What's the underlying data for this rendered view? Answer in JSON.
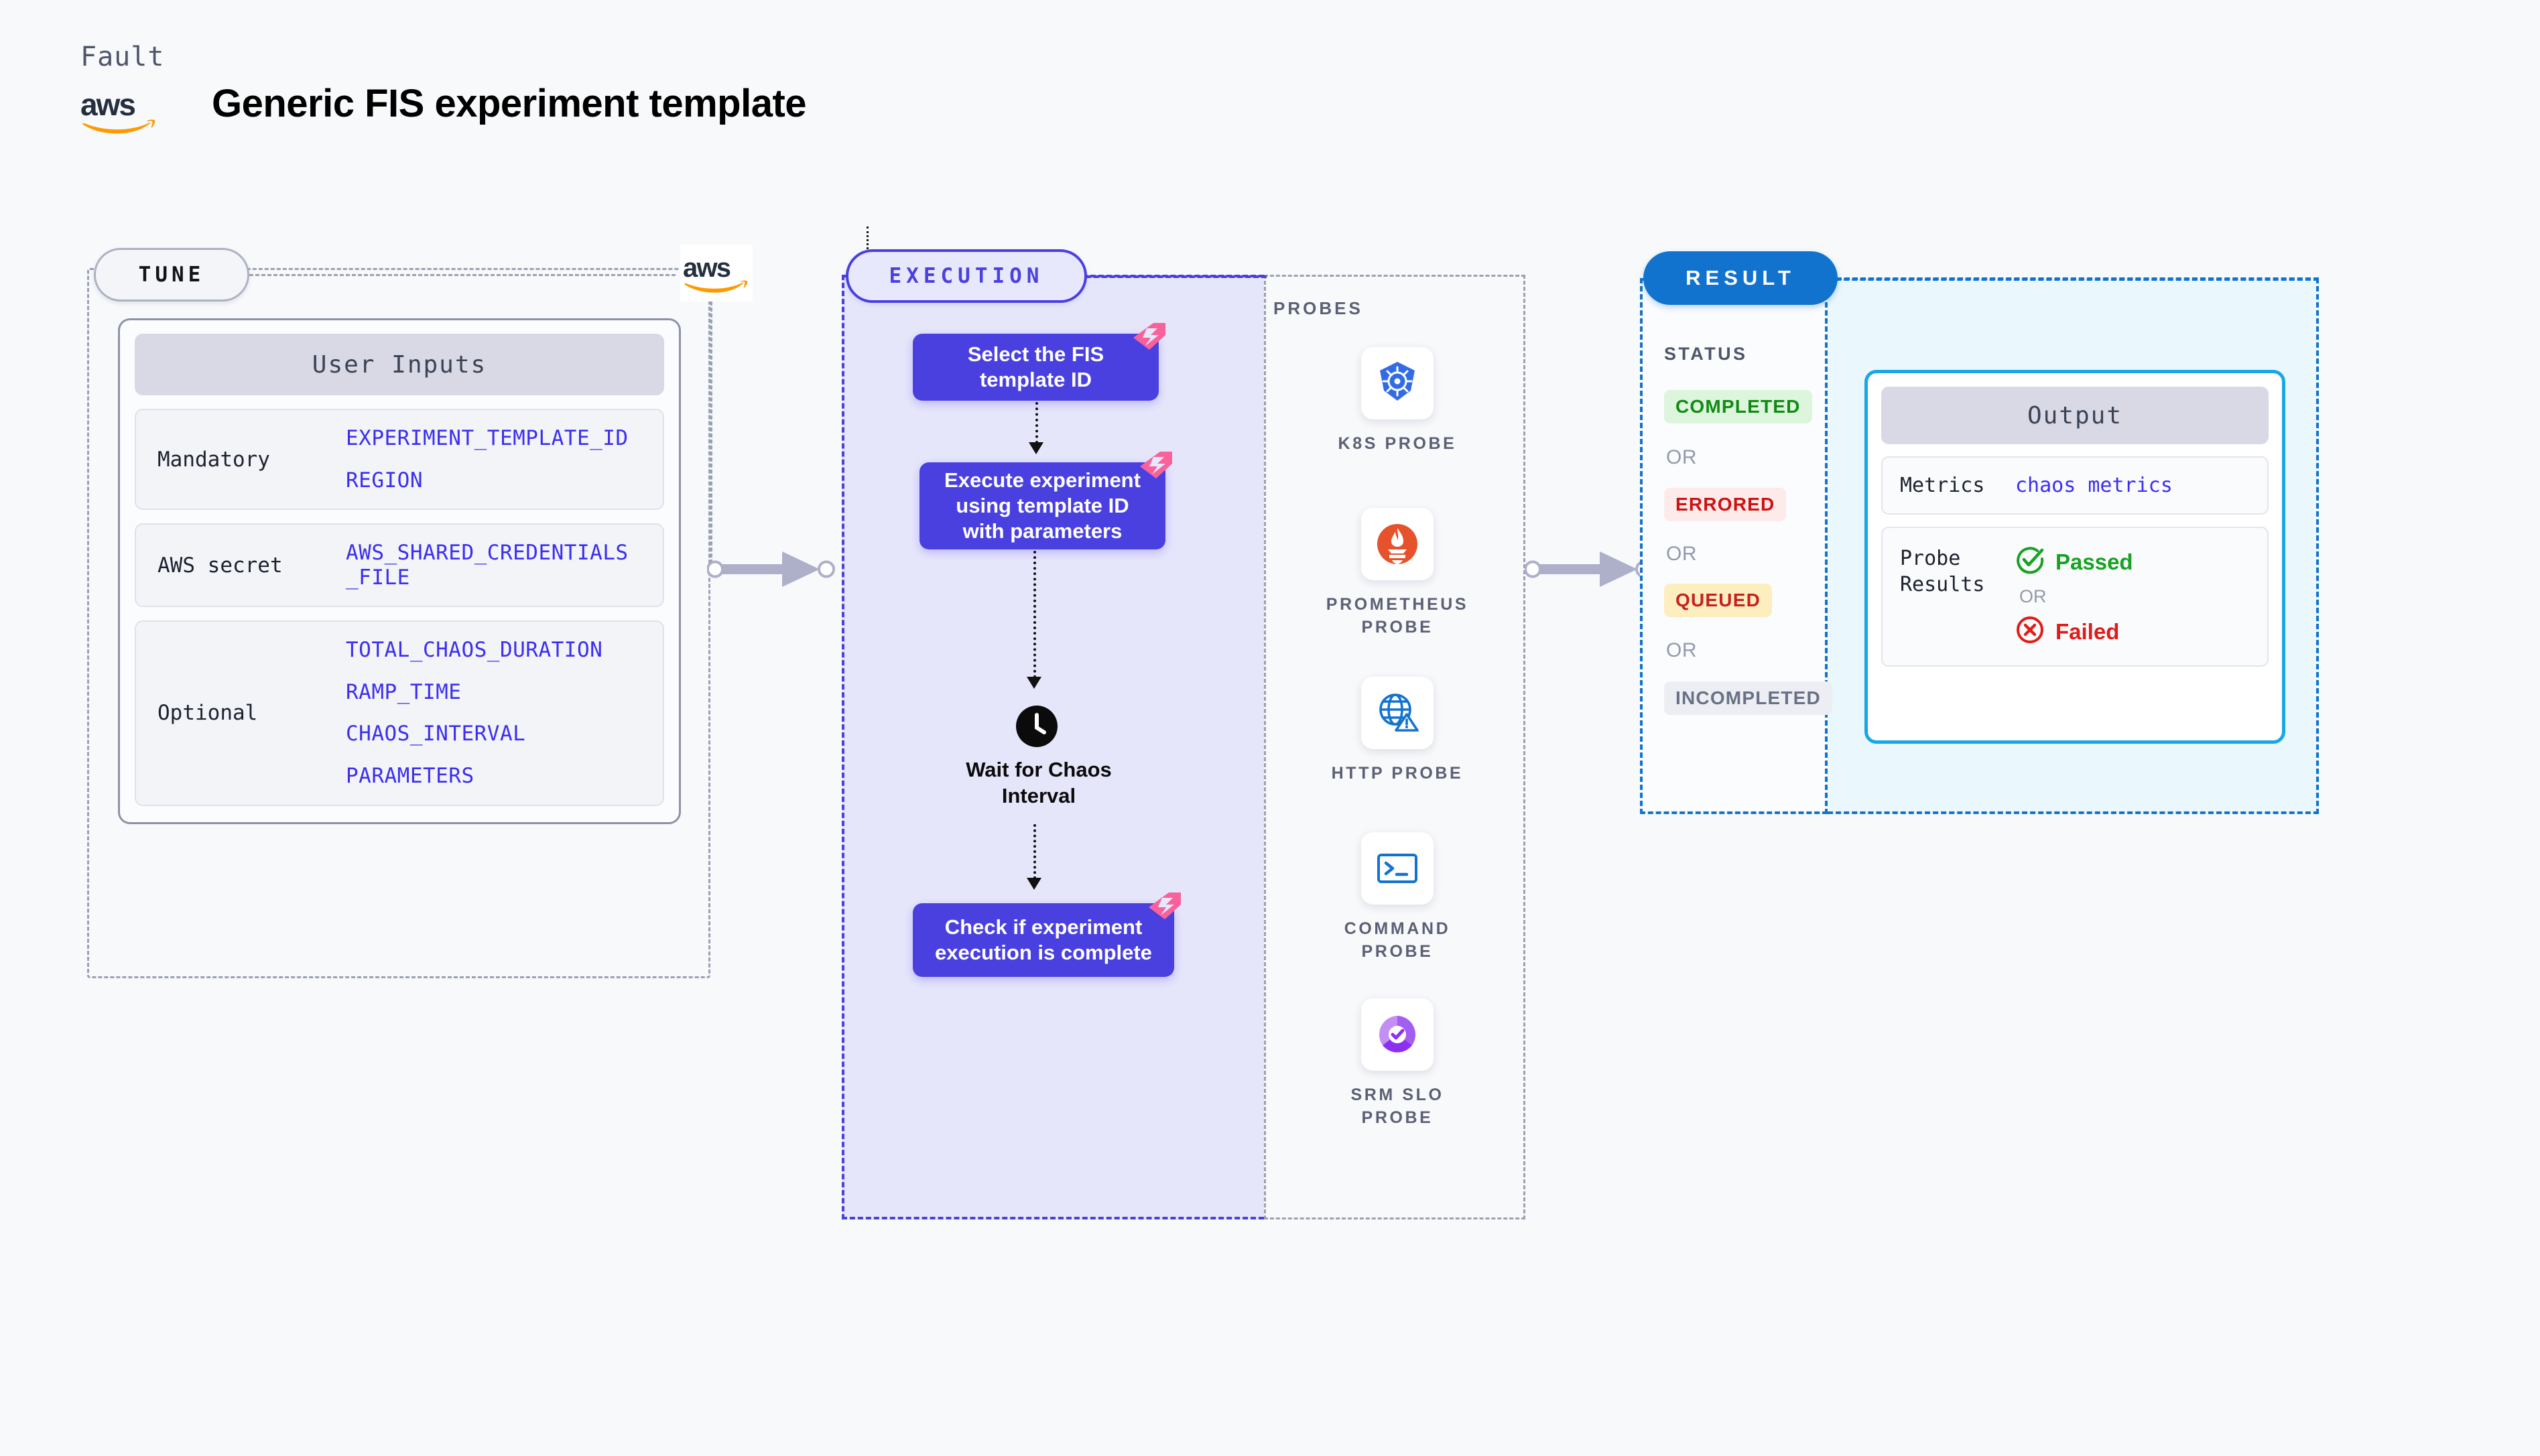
{
  "header": {
    "eyebrow": "Fault",
    "title": "Generic FIS experiment template",
    "logo_icon": "aws-logo"
  },
  "tune": {
    "pill_label": "TUNE",
    "card_title": "User Inputs",
    "rows": [
      {
        "label": "Mandatory",
        "values": [
          "EXPERIMENT_TEMPLATE_ID",
          "REGION"
        ]
      },
      {
        "label": "AWS secret",
        "values": [
          "AWS_SHARED_CREDENTIALS\n_FILE"
        ]
      },
      {
        "label": "Optional",
        "values": [
          "TOTAL_CHAOS_DURATION",
          "RAMP_TIME",
          "CHAOS_INTERVAL",
          "PARAMETERS"
        ]
      }
    ]
  },
  "execution": {
    "pill_label": "EXECUTION",
    "steps": [
      {
        "text": "Select the FIS\ntemplate ID",
        "badge": "litmuschaos-icon"
      },
      {
        "text": "Execute experiment\nusing template ID\nwith parameters",
        "badge": "litmuschaos-icon"
      },
      {
        "text": "Check if experiment\nexecution is complete",
        "badge": "litmuschaos-icon"
      }
    ],
    "wait": {
      "icon": "clock-icon",
      "label": "Wait for Chaos\nInterval"
    }
  },
  "probes": {
    "title": "PROBES",
    "items": [
      {
        "label": "K8S PROBE",
        "icon": "kubernetes-icon"
      },
      {
        "label": "PROMETHEUS\nPROBE",
        "icon": "prometheus-icon"
      },
      {
        "label": "HTTP PROBE",
        "icon": "http-globe-icon"
      },
      {
        "label": "COMMAND\nPROBE",
        "icon": "terminal-icon"
      },
      {
        "label": "SRM SLO\nPROBE",
        "icon": "srm-slo-icon"
      }
    ]
  },
  "result": {
    "pill_label": "RESULT",
    "status_title": "STATUS",
    "or_label": "OR",
    "statuses": [
      {
        "label": "COMPLETED",
        "bg": "#ddf5dd",
        "color": "#0f8b13"
      },
      {
        "label": "ERRORED",
        "bg": "#fdeaea",
        "color": "#cf1111"
      },
      {
        "label": "QUEUED",
        "bg": "#fdeec0",
        "color": "#c52020"
      },
      {
        "label": "INCOMPLETED",
        "bg": "#eceef4",
        "color": "#6a7186"
      }
    ],
    "output": {
      "title": "Output",
      "metrics_label": "Metrics",
      "metrics_value": "chaos metrics",
      "probe_results_label": "Probe\nResults",
      "passed_label": "Passed",
      "failed_label": "Failed",
      "or_label": "OR",
      "passed_icon": "check-circle-icon",
      "failed_icon": "x-circle-icon"
    }
  },
  "colors": {
    "background": "#f7f9fb",
    "execution_accent": "#4a40e0",
    "result_accent": "#1273cf",
    "output_border": "#17a7e8",
    "variable_text": "#3c2ef0",
    "litmus_pink": "#f9619a"
  }
}
